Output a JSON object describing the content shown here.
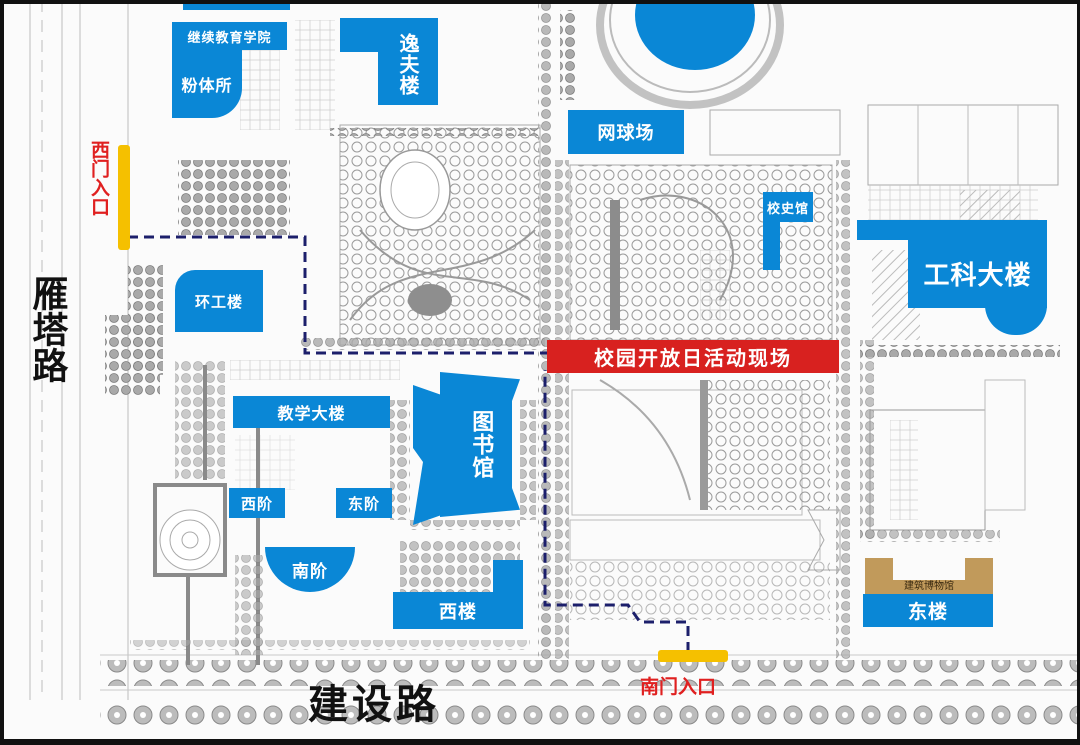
{
  "map": {
    "title": "校园开放日活动现场",
    "colors": {
      "building_fill": "#0a87d6",
      "event_banner": "#d8211f",
      "gate_bar": "#f5c000",
      "gate_text": "#e02020",
      "route_line": "#1c1f6b",
      "museum_fill": "#c19a5b",
      "plan_gray": "#9a9a9a"
    },
    "roads": {
      "west": "雁塔路",
      "south": "建设路"
    },
    "gates": {
      "west": "西门入口",
      "south": "南门入口"
    },
    "event": {
      "label": "校园开放日活动现场"
    },
    "buildings": {
      "continuing_edu": "继续教育学院",
      "powder_institute": "粉体所",
      "yifu": "逸夫楼",
      "tennis": "网球场",
      "history_museum": "校史馆",
      "engineering": "工科大楼",
      "env_eng": "环工楼",
      "teaching": "教学大楼",
      "library": "图书馆",
      "west_step": "西阶",
      "east_step": "东阶",
      "south_step": "南阶",
      "west_bldg": "西楼",
      "east_bldg": "东楼",
      "arch_museum": "建筑博物馆"
    }
  }
}
